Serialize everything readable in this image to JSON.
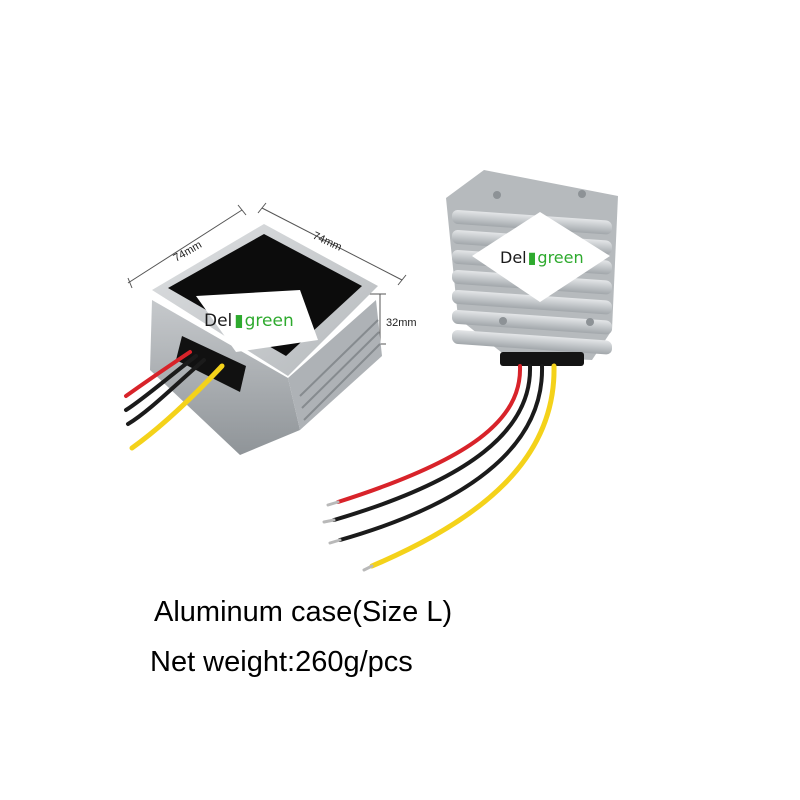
{
  "dimensions": {
    "width_a": "74mm",
    "width_b": "74mm",
    "height": "32mm"
  },
  "brand": {
    "prefix": "Del",
    "suffix": "green",
    "prefix_color": "#1a1a1a",
    "suffix_color": "#2eaa2e",
    "icon": "battery-plug-icon"
  },
  "captions": {
    "line1": "Aluminum case(Size L)",
    "line2": "Net weight:260g/pcs"
  },
  "colors": {
    "case": "#c9ccce",
    "case_dark": "#9ea3a7",
    "wire_red": "#d8232a",
    "wire_black": "#1b1b1b",
    "wire_yellow": "#f4d21a"
  }
}
